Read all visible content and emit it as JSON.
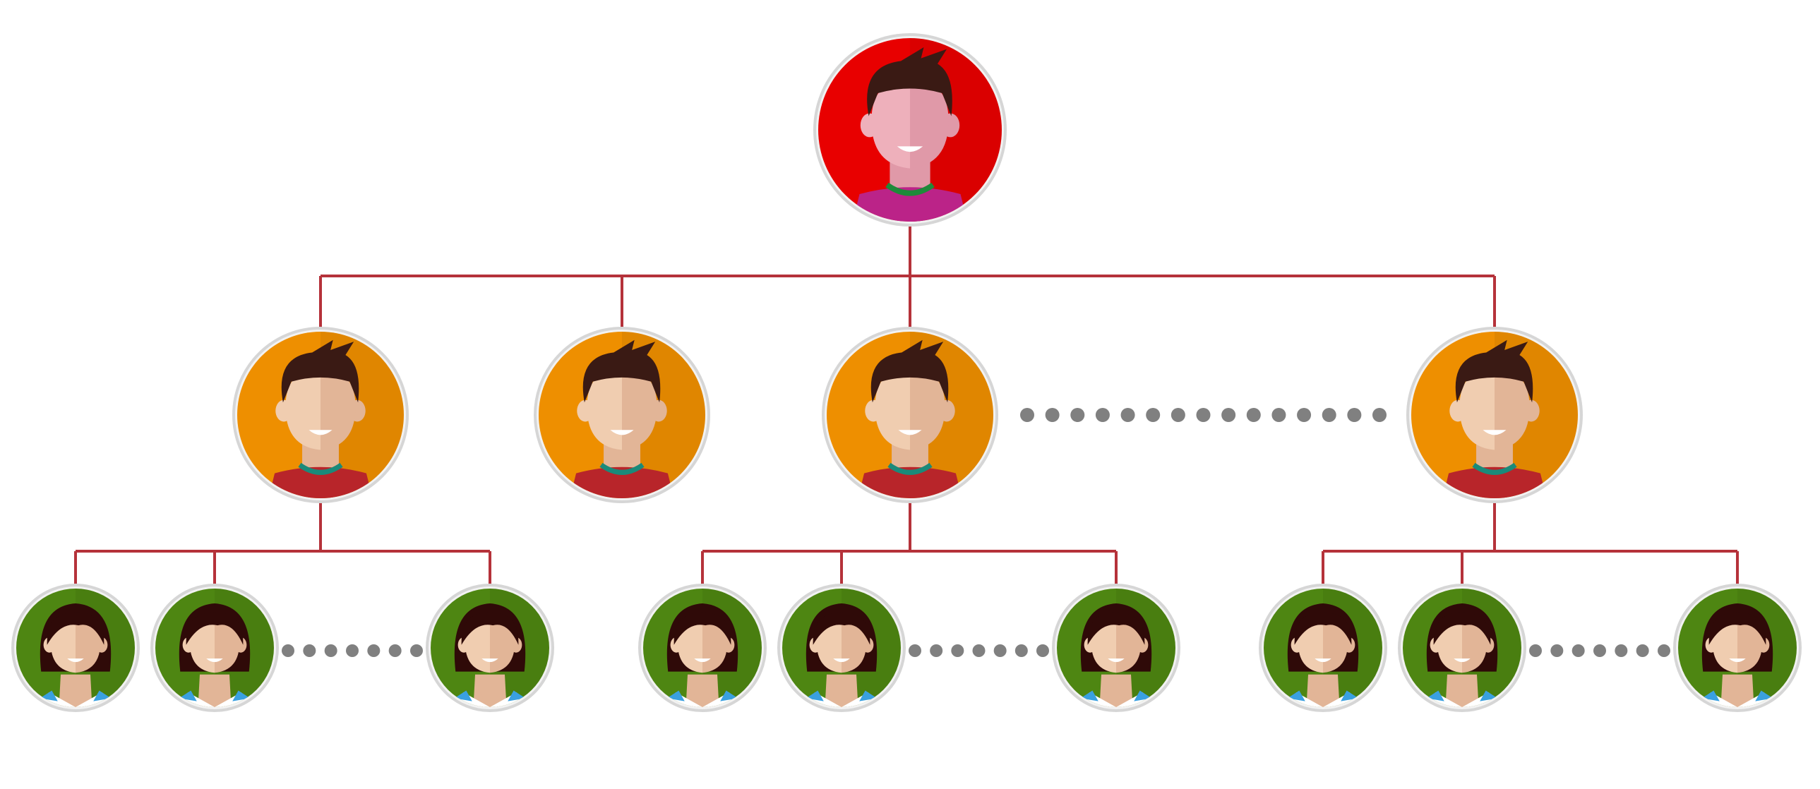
{
  "diagram": {
    "type": "hierarchy",
    "colors": {
      "connector": "#b5323a",
      "ellipsis_dots": "#808080",
      "node_ring": "#d6d6d6",
      "level_1_background": "#e80000",
      "level_2_background": "#ee8f00",
      "level_3_background": "#4e8612",
      "level_1_shirt": "#bb2388",
      "level_2_shirt": "#b8252a",
      "level_3_shirt": "#ffffff"
    },
    "root": {
      "avatar": "male-avatar-icon",
      "children": [
        {
          "avatar": "male-avatar-icon",
          "children": [
            "female-avatar-icon",
            "female-avatar-icon",
            "ellipsis",
            "female-avatar-icon"
          ]
        },
        {
          "avatar": "male-avatar-icon",
          "children": []
        },
        {
          "avatar": "male-avatar-icon",
          "children": [
            "female-avatar-icon",
            "female-avatar-icon",
            "ellipsis",
            "female-avatar-icon"
          ]
        },
        {
          "avatar": "ellipsis"
        },
        {
          "avatar": "male-avatar-icon",
          "children": [
            "female-avatar-icon",
            "female-avatar-icon",
            "ellipsis",
            "female-avatar-icon"
          ]
        }
      ]
    }
  }
}
